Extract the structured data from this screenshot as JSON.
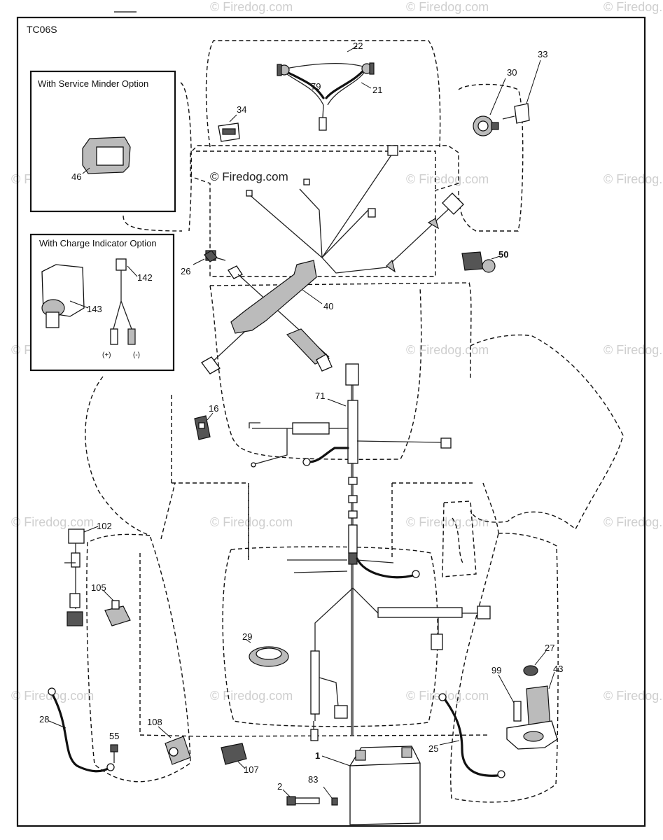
{
  "diagram": {
    "code": "TC06S",
    "watermark_text": "© Firedog.com",
    "options": {
      "service_minder": {
        "title": "With Service Minder Option",
        "part": "46"
      },
      "charge_indicator": {
        "title": "With Charge Indicator Option",
        "parts": [
          "143",
          "142"
        ],
        "plus": "(+)",
        "minus": "(-)"
      }
    },
    "callouts": {
      "p1": "1",
      "p2": "2",
      "p16": "16",
      "p21": "21",
      "p22": "22",
      "p25": "25",
      "p26": "26",
      "p27": "27",
      "p28": "28",
      "p29": "29",
      "p30": "30",
      "p33": "33",
      "p34": "34",
      "p40": "40",
      "p43": "43",
      "p50": "50",
      "p55": "55",
      "p71": "71",
      "p79": "79",
      "p83": "83",
      "p99": "99",
      "p102": "102",
      "p105": "105",
      "p107": "107",
      "p108": "108"
    }
  }
}
